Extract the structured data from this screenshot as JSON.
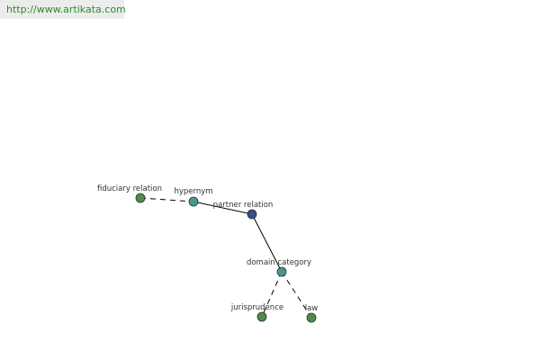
{
  "watermark": "http://www.artikata.com",
  "colors": {
    "leaf_node": "#4f8a4f",
    "mid_node": "#4a9696",
    "center_node": "#3a4a8a",
    "edge": "#000000"
  },
  "graph": {
    "nodes": [
      {
        "id": "fiduciary",
        "label": "fiduciary relation",
        "kind": "leaf"
      },
      {
        "id": "hypernym",
        "label": "hypernym",
        "kind": "mid"
      },
      {
        "id": "partner",
        "label": "partner relation",
        "kind": "center"
      },
      {
        "id": "domain",
        "label": "domain category",
        "kind": "mid"
      },
      {
        "id": "jurisprudence",
        "label": "jurisprudence",
        "kind": "leaf"
      },
      {
        "id": "law",
        "label": "law",
        "kind": "leaf"
      }
    ],
    "edges": [
      {
        "from": "fiduciary",
        "to": "hypernym",
        "style": "dashed"
      },
      {
        "from": "hypernym",
        "to": "partner",
        "style": "solid"
      },
      {
        "from": "partner",
        "to": "domain",
        "style": "solid"
      },
      {
        "from": "domain",
        "to": "jurisprudence",
        "style": "dashed"
      },
      {
        "from": "domain",
        "to": "law",
        "style": "dashed"
      }
    ]
  }
}
